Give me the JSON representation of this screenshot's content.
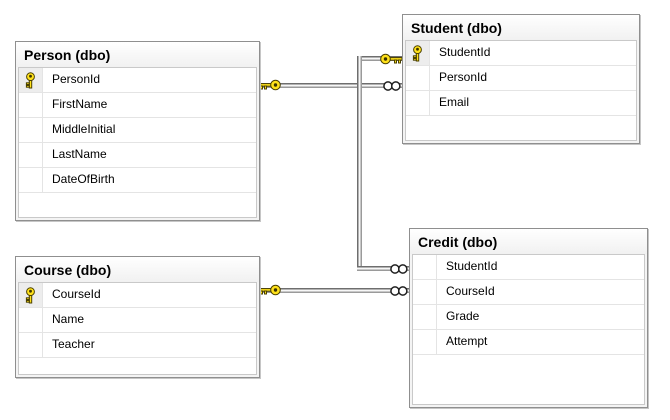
{
  "diagram_type": "database-entity-relationship-diagram",
  "tables": {
    "person": {
      "title": "Person (dbo)",
      "columns": [
        {
          "name": "PersonId",
          "pk": true
        },
        {
          "name": "FirstName",
          "pk": false
        },
        {
          "name": "MiddleInitial",
          "pk": false
        },
        {
          "name": "LastName",
          "pk": false
        },
        {
          "name": "DateOfBirth",
          "pk": false
        }
      ]
    },
    "student": {
      "title": "Student (dbo)",
      "columns": [
        {
          "name": "StudentId",
          "pk": true
        },
        {
          "name": "PersonId",
          "pk": false
        },
        {
          "name": "Email",
          "pk": false
        }
      ]
    },
    "course": {
      "title": "Course (dbo)",
      "columns": [
        {
          "name": "CourseId",
          "pk": true
        },
        {
          "name": "Name",
          "pk": false
        },
        {
          "name": "Teacher",
          "pk": false
        }
      ]
    },
    "credit": {
      "title": "Credit (dbo)",
      "columns": [
        {
          "name": "StudentId",
          "pk": false
        },
        {
          "name": "CourseId",
          "pk": false
        },
        {
          "name": "Grade",
          "pk": false
        },
        {
          "name": "Attempt",
          "pk": false
        }
      ]
    }
  },
  "relationships": [
    {
      "one_side": "Person.PersonId",
      "many_side": "Student.PersonId",
      "one_end_symbol": "gold-key",
      "many_end_symbol": "infinity-circles"
    },
    {
      "one_side": "Student.StudentId",
      "many_side": "Credit.StudentId",
      "one_end_symbol": "gold-key",
      "many_end_symbol": "infinity-circles"
    },
    {
      "one_side": "Course.CourseId",
      "many_side": "Credit.CourseId",
      "one_end_symbol": "gold-key",
      "many_end_symbol": "infinity-circles"
    }
  ],
  "colors": {
    "background": "#ffffff",
    "table_frame_border": "#8f8f8f",
    "grid_border": "#c9c9c9",
    "row_separator": "#e4e4e4",
    "pk_cell_background": "#ededed",
    "line_dark": "#6e6e6e",
    "line_light": "#f7f7f7",
    "key_yellow": "#ffe11a",
    "key_outline": "#4a4000",
    "infinity_stroke": "#1f1f1f",
    "text": "#000000"
  }
}
